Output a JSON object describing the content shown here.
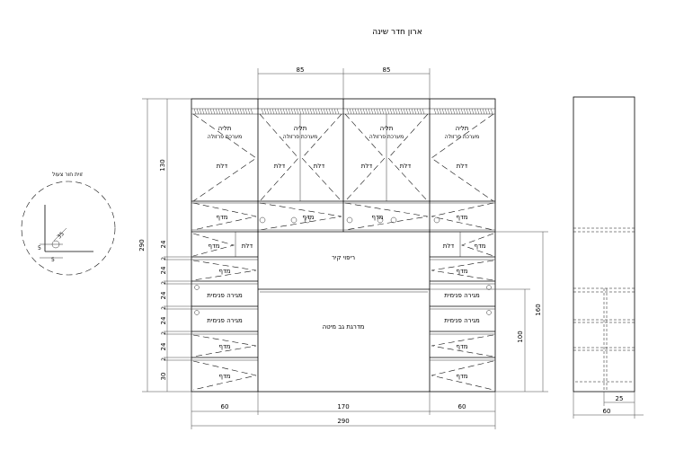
{
  "title": "ארון חדר שינה",
  "detail_label": "זוית חור צעול",
  "dimensions": {
    "top_door_left": "85",
    "top_door_right": "85",
    "height_total": "290",
    "height_upper": "130",
    "rows": [
      "24",
      "2",
      "24",
      "2",
      "24",
      "2",
      "24",
      "2",
      "24",
      "2",
      "30"
    ],
    "bottom_left": "60",
    "bottom_center": "170",
    "bottom_right": "60",
    "bottom_total": "290",
    "center_height": "160",
    "bed_height": "100",
    "side_inner": "25",
    "side_total": "60",
    "detail_small_1": "35",
    "detail_small_2": "5",
    "detail_small_3": "5"
  },
  "labels": {
    "hanging": "תליה",
    "hanger_system": "מערכת פרזולה",
    "door": "דלת",
    "shelf": "מדף",
    "inner_drawer": "מגירה פנימית",
    "wall_cladding": "ריפוי קיר",
    "bed_headboard_step": "מדרגת גב מיטה"
  }
}
